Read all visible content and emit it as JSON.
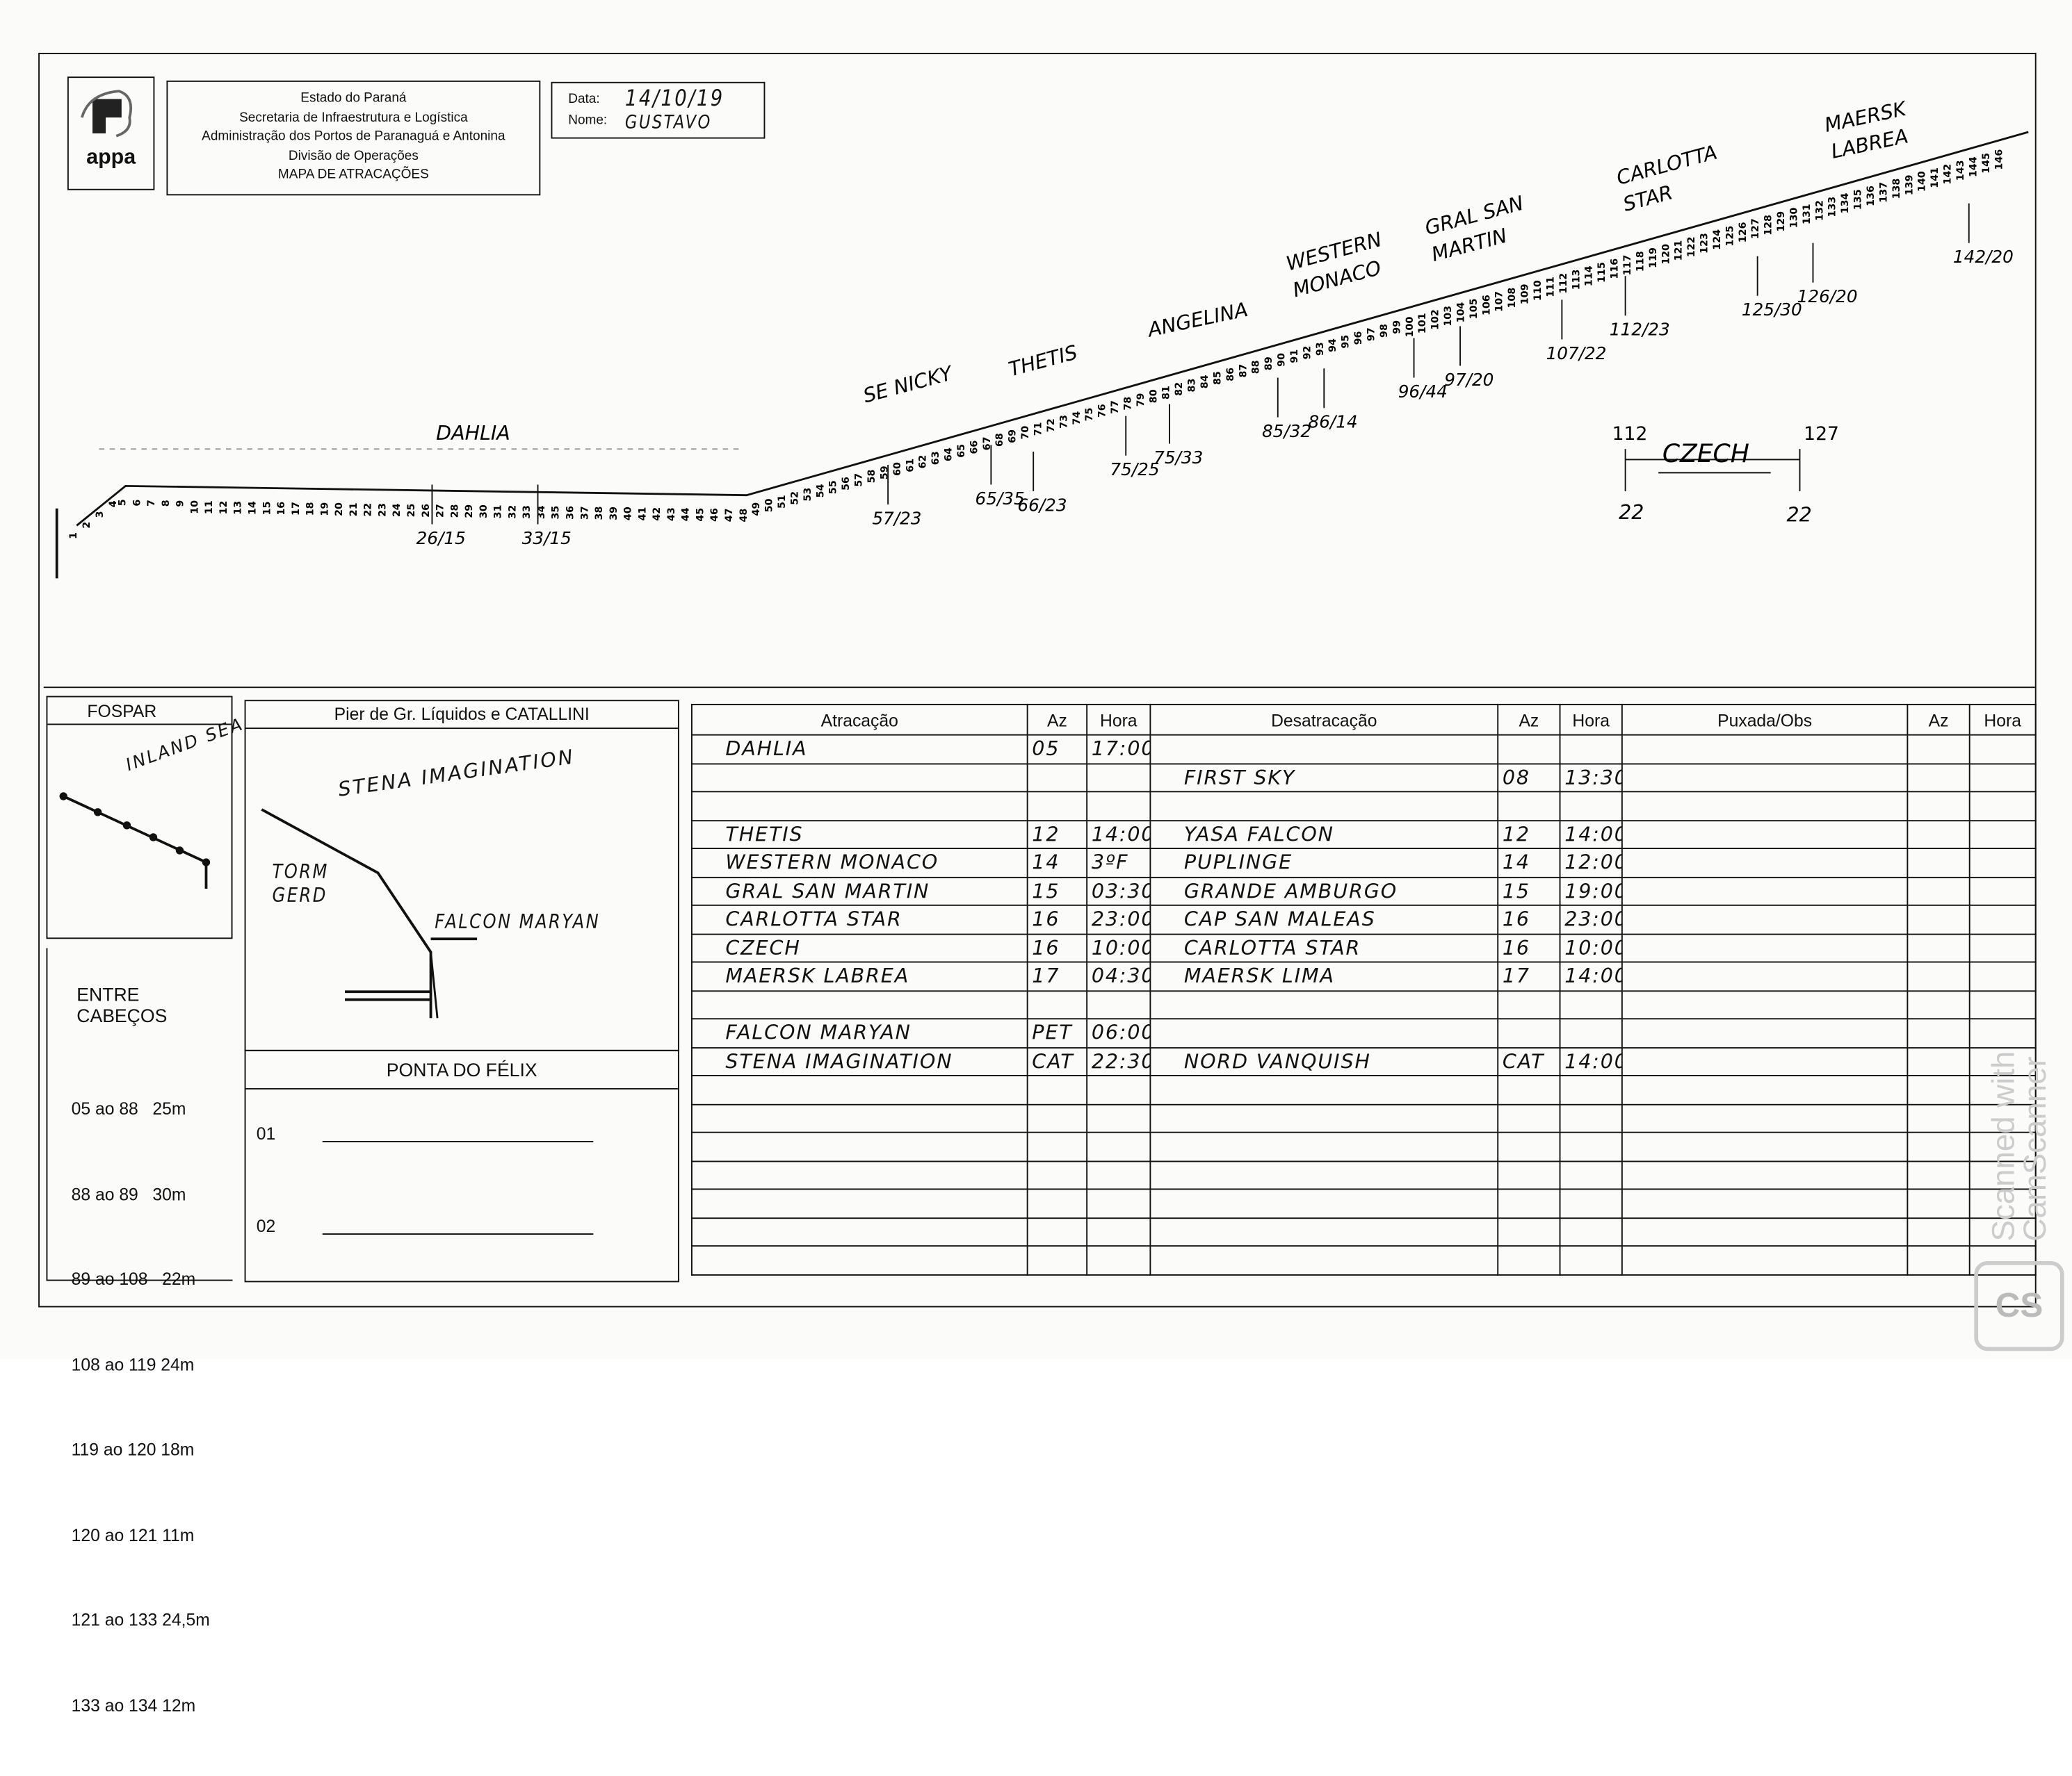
{
  "header": {
    "logo_text": "appa",
    "org_lines": [
      "Estado do Paraná",
      "Secretaria de Infraestrutura e Logística",
      "Administração dos Portos de Paranaguá e Antonina",
      "Divisão de Operações",
      "MAPA DE ATRACAÇÕES"
    ],
    "date_label": "Data:",
    "date_value": "14/10/19",
    "name_label": "Nome:",
    "name_value": "GUSTAVO"
  },
  "map": {
    "berth_range": [
      1,
      146
    ],
    "ships": [
      {
        "name": "DAHLIA",
        "marks": [
          "26/15",
          "33/15"
        ]
      },
      {
        "name": "SE NICKY",
        "marks": [
          "57/23",
          "65/35"
        ]
      },
      {
        "name": "THETIS",
        "marks": [
          "66/23",
          "75/25"
        ]
      },
      {
        "name": "ANGELINA",
        "marks": [
          "75/33",
          "85/32"
        ]
      },
      {
        "name": "WESTERN",
        "name2": "MONACO",
        "marks": [
          "86/14",
          "96/44"
        ]
      },
      {
        "name": "GRAL SAN",
        "name2": "MARTIN",
        "marks": [
          "97/20",
          "107/22"
        ]
      },
      {
        "name": "CARLOTTA",
        "name2": "STAR",
        "marks": [
          "112/23",
          "125/30"
        ]
      },
      {
        "name": "MAERSK",
        "name2": "LABREA",
        "marks": [
          "126/20",
          "142/20"
        ]
      }
    ],
    "czech": {
      "name": "CZECH",
      "from": "112",
      "to": "127",
      "depth_from": "22",
      "depth_to": "22"
    }
  },
  "fospar": {
    "title": "FOSPAR",
    "ship": "INLAND SEA"
  },
  "entre_cabecos": {
    "title": "ENTRE CABEÇOS",
    "rows": [
      "05 ao 88   25m",
      "88 ao 89   30m",
      "89 ao 108   22m",
      "108 ao 119 24m",
      "119 ao 120 18m",
      "120 ao 121 11m",
      "121 ao 133 24,5m",
      "133 ao 134 12m"
    ]
  },
  "pier": {
    "title": "Pier de Gr. Líquidos e CATALLINI",
    "ships": [
      "STENA IMAGINATION",
      "TORM GERD",
      "FALCON MARYAN"
    ]
  },
  "ponta": {
    "title": "PONTA DO FÉLIX",
    "rows": [
      "01",
      "02"
    ]
  },
  "table": {
    "headers": [
      "Atracação",
      "Az",
      "Hora",
      "Desatracação",
      "Az",
      "Hora",
      "Puxada/Obs",
      "Az",
      "Hora"
    ],
    "rows": [
      [
        "DAHLIA",
        "05",
        "17:00",
        "",
        "",
        "",
        "",
        "",
        ""
      ],
      [
        "",
        "",
        "",
        "FIRST SKY",
        "08",
        "13:30",
        "",
        "",
        ""
      ],
      [
        "",
        "",
        "",
        "",
        "",
        "",
        "",
        "",
        ""
      ],
      [
        "THETIS",
        "12",
        "14:00",
        "YASA FALCON",
        "12",
        "14:00",
        "",
        "",
        ""
      ],
      [
        "WESTERN MONACO",
        "14",
        "3ºF",
        "PUPLINGE",
        "14",
        "12:00",
        "",
        "",
        ""
      ],
      [
        "GRAL SAN MARTIN",
        "15",
        "03:30",
        "GRANDE AMBURGO",
        "15",
        "19:00",
        "",
        "",
        ""
      ],
      [
        "CARLOTTA STAR",
        "16",
        "23:00",
        "CAP SAN MALEAS",
        "16",
        "23:00",
        "",
        "",
        ""
      ],
      [
        "CZECH",
        "16",
        "10:00",
        "CARLOTTA STAR",
        "16",
        "10:00",
        "",
        "",
        ""
      ],
      [
        "MAERSK LABREA",
        "17",
        "04:30",
        "MAERSK LIMA",
        "17",
        "14:00",
        "",
        "",
        ""
      ],
      [
        "",
        "",
        "",
        "",
        "",
        "",
        "",
        "",
        ""
      ],
      [
        "FALCON MARYAN",
        "PET",
        "06:00",
        "",
        "",
        "",
        "",
        "",
        ""
      ],
      [
        "STENA IMAGINATION",
        "CAT",
        "22:30",
        "NORD VANQUISH",
        "CAT",
        "14:00",
        "",
        "",
        ""
      ],
      [
        "",
        "",
        "",
        "",
        "",
        "",
        "",
        "",
        ""
      ],
      [
        "",
        "",
        "",
        "",
        "",
        "",
        "",
        "",
        ""
      ],
      [
        "",
        "",
        "",
        "",
        "",
        "",
        "",
        "",
        ""
      ],
      [
        "",
        "",
        "",
        "",
        "",
        "",
        "",
        "",
        ""
      ],
      [
        "",
        "",
        "",
        "",
        "",
        "",
        "",
        "",
        ""
      ],
      [
        "",
        "",
        "",
        "",
        "",
        "",
        "",
        "",
        ""
      ],
      [
        "",
        "",
        "",
        "",
        "",
        "",
        "",
        "",
        ""
      ]
    ]
  },
  "watermark": {
    "logo": "CS",
    "text": "Scanned with CamScanner"
  }
}
